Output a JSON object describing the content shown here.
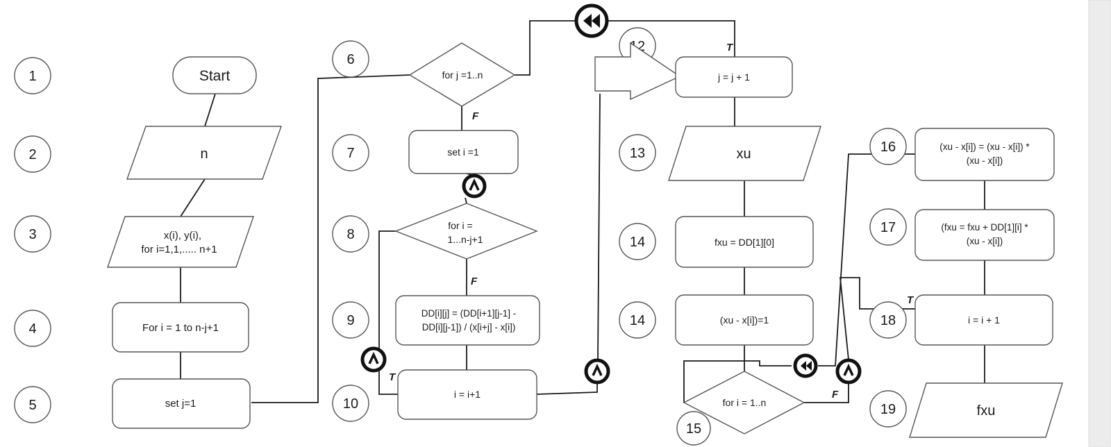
{
  "row_numbers": [
    "1",
    "2",
    "3",
    "4",
    "5",
    "6",
    "7",
    "8",
    "9",
    "10",
    "12",
    "13",
    "14",
    "14",
    "15",
    "16",
    "17",
    "18",
    "19"
  ],
  "nodes": {
    "start": "Start",
    "input_n": "n",
    "input_xy": [
      "x(i), y(i),",
      "for i=1,1,..... n+1"
    ],
    "for_i_loop": "For i = 1 to n-j+1",
    "set_j": "set j=1",
    "decision_j": "for j =1..n",
    "set_i": "set i =1",
    "decision_i": [
      "for i =",
      "1...n-j+1"
    ],
    "dd_formula": [
      "DD[i][j] = (DD[i+1][j-1] -",
      "DD[i][j-1]) / (x[i+j] - x[i])"
    ],
    "inc_i_left": "i = i+1",
    "inc_j": "j = j + 1",
    "input_xu": "xu",
    "fxu_init": "fxu = DD[1][0]",
    "xu_minus_init": "(xu - x[i])=1",
    "decision_i_right": "for i = 1..n",
    "xu_product": [
      "(xu - x[i]) = (xu - x[i]) *",
      "(xu - x[i])"
    ],
    "fxu_sum": [
      "(fxu = fxu + DD[1][i] *",
      "(xu - x[i])"
    ],
    "inc_i_right": "i = i + 1",
    "output_fxu": "fxu"
  },
  "edge_labels": {
    "f_label": "F",
    "t_label": "T"
  },
  "connector_icons": [
    "rewind-icon",
    "up-chevron-icon"
  ]
}
